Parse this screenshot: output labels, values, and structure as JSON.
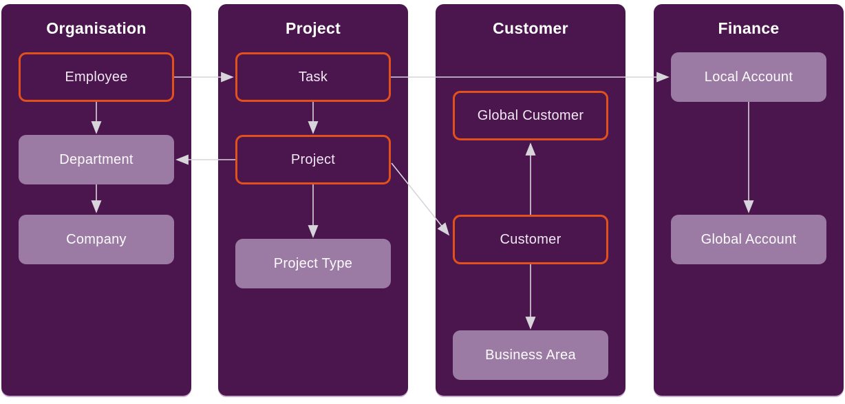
{
  "diagram": {
    "type": "entity-relationship-diagram",
    "colors": {
      "background": "#ffffff",
      "panel_bg": "#4b164d",
      "node_filled_bg": "#9b7ba3",
      "node_outline": "#e3511b",
      "arrow": "#d8d4dc",
      "title_text": "#ffffff",
      "node_text": "#f7f2f8"
    },
    "node_styles": {
      "outlined": "dark box with orange border",
      "filled": "light purple filled box"
    },
    "columns": [
      {
        "title": "Organisation",
        "nodes": [
          {
            "label": "Employee",
            "style": "outlined"
          },
          {
            "label": "Department",
            "style": "filled"
          },
          {
            "label": "Company",
            "style": "filled"
          }
        ]
      },
      {
        "title": "Project",
        "nodes": [
          {
            "label": "Task",
            "style": "outlined"
          },
          {
            "label": "Project",
            "style": "outlined"
          },
          {
            "label": "Project Type",
            "style": "filled"
          }
        ]
      },
      {
        "title": "Customer",
        "nodes": [
          {
            "label": "Global Customer",
            "style": "outlined"
          },
          {
            "label": "Customer",
            "style": "outlined"
          },
          {
            "label": "Business Area",
            "style": "filled"
          }
        ]
      },
      {
        "title": "Finance",
        "nodes": [
          {
            "label": "Local Account",
            "style": "filled"
          },
          {
            "label": "Global Account",
            "style": "filled"
          }
        ]
      }
    ],
    "edges": [
      {
        "from": "Employee",
        "to": "Task"
      },
      {
        "from": "Employee",
        "to": "Department"
      },
      {
        "from": "Department",
        "to": "Company"
      },
      {
        "from": "Task",
        "to": "Local Account"
      },
      {
        "from": "Task",
        "to": "Project"
      },
      {
        "from": "Project",
        "to": "Department"
      },
      {
        "from": "Project",
        "to": "Project Type"
      },
      {
        "from": "Project",
        "to": "Customer"
      },
      {
        "from": "Customer",
        "to": "Global Customer"
      },
      {
        "from": "Customer",
        "to": "Business Area"
      },
      {
        "from": "Local Account",
        "to": "Global Account"
      }
    ]
  }
}
